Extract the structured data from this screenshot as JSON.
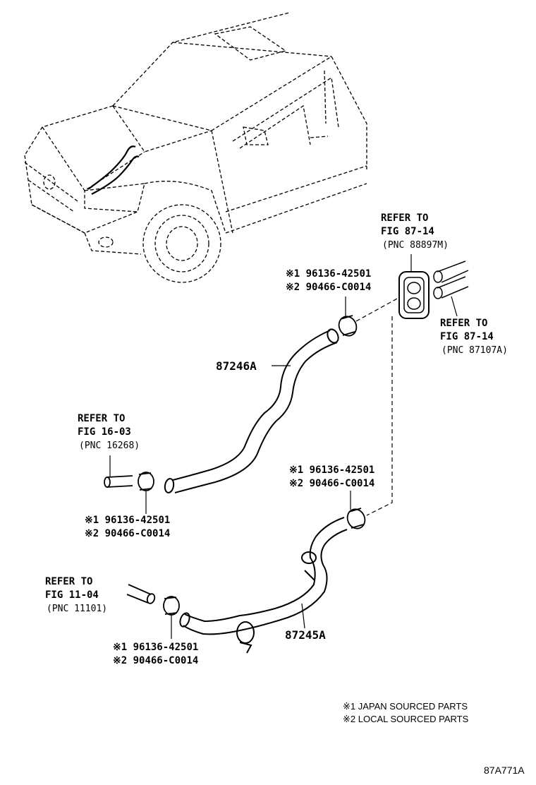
{
  "refs": {
    "fig87_14_a": {
      "line1": "REFER TO",
      "line2": "FIG 87-14",
      "pnc": "(PNC 88897M)"
    },
    "fig87_14_b": {
      "line1": "REFER TO",
      "line2": "FIG 87-14",
      "pnc": "(PNC 87107A)"
    },
    "fig16_03": {
      "line1": "REFER TO",
      "line2": "FIG 16-03",
      "pnc": "(PNC 16268)"
    },
    "fig11_04": {
      "line1": "REFER TO",
      "line2": "FIG 11-04",
      "pnc": "(PNC 11101)"
    }
  },
  "clamps": {
    "top": {
      "p1": "※1 96136-42501",
      "p2": "※2 90466-C0014"
    },
    "left": {
      "p1": "※1 96136-42501",
      "p2": "※2 90466-C0014"
    },
    "right": {
      "p1": "※1 96136-42501",
      "p2": "※2 90466-C0014"
    },
    "bottom": {
      "p1": "※1 96136-42501",
      "p2": "※2 90466-C0014"
    }
  },
  "parts": {
    "hose_upper": "87246A",
    "hose_lower": "87245A"
  },
  "notes": {
    "n1": "※1 JAPAN SOURCED PARTS",
    "n2": "※2 LOCAL SOURCED PARTS"
  },
  "figure_id": "87A771A"
}
